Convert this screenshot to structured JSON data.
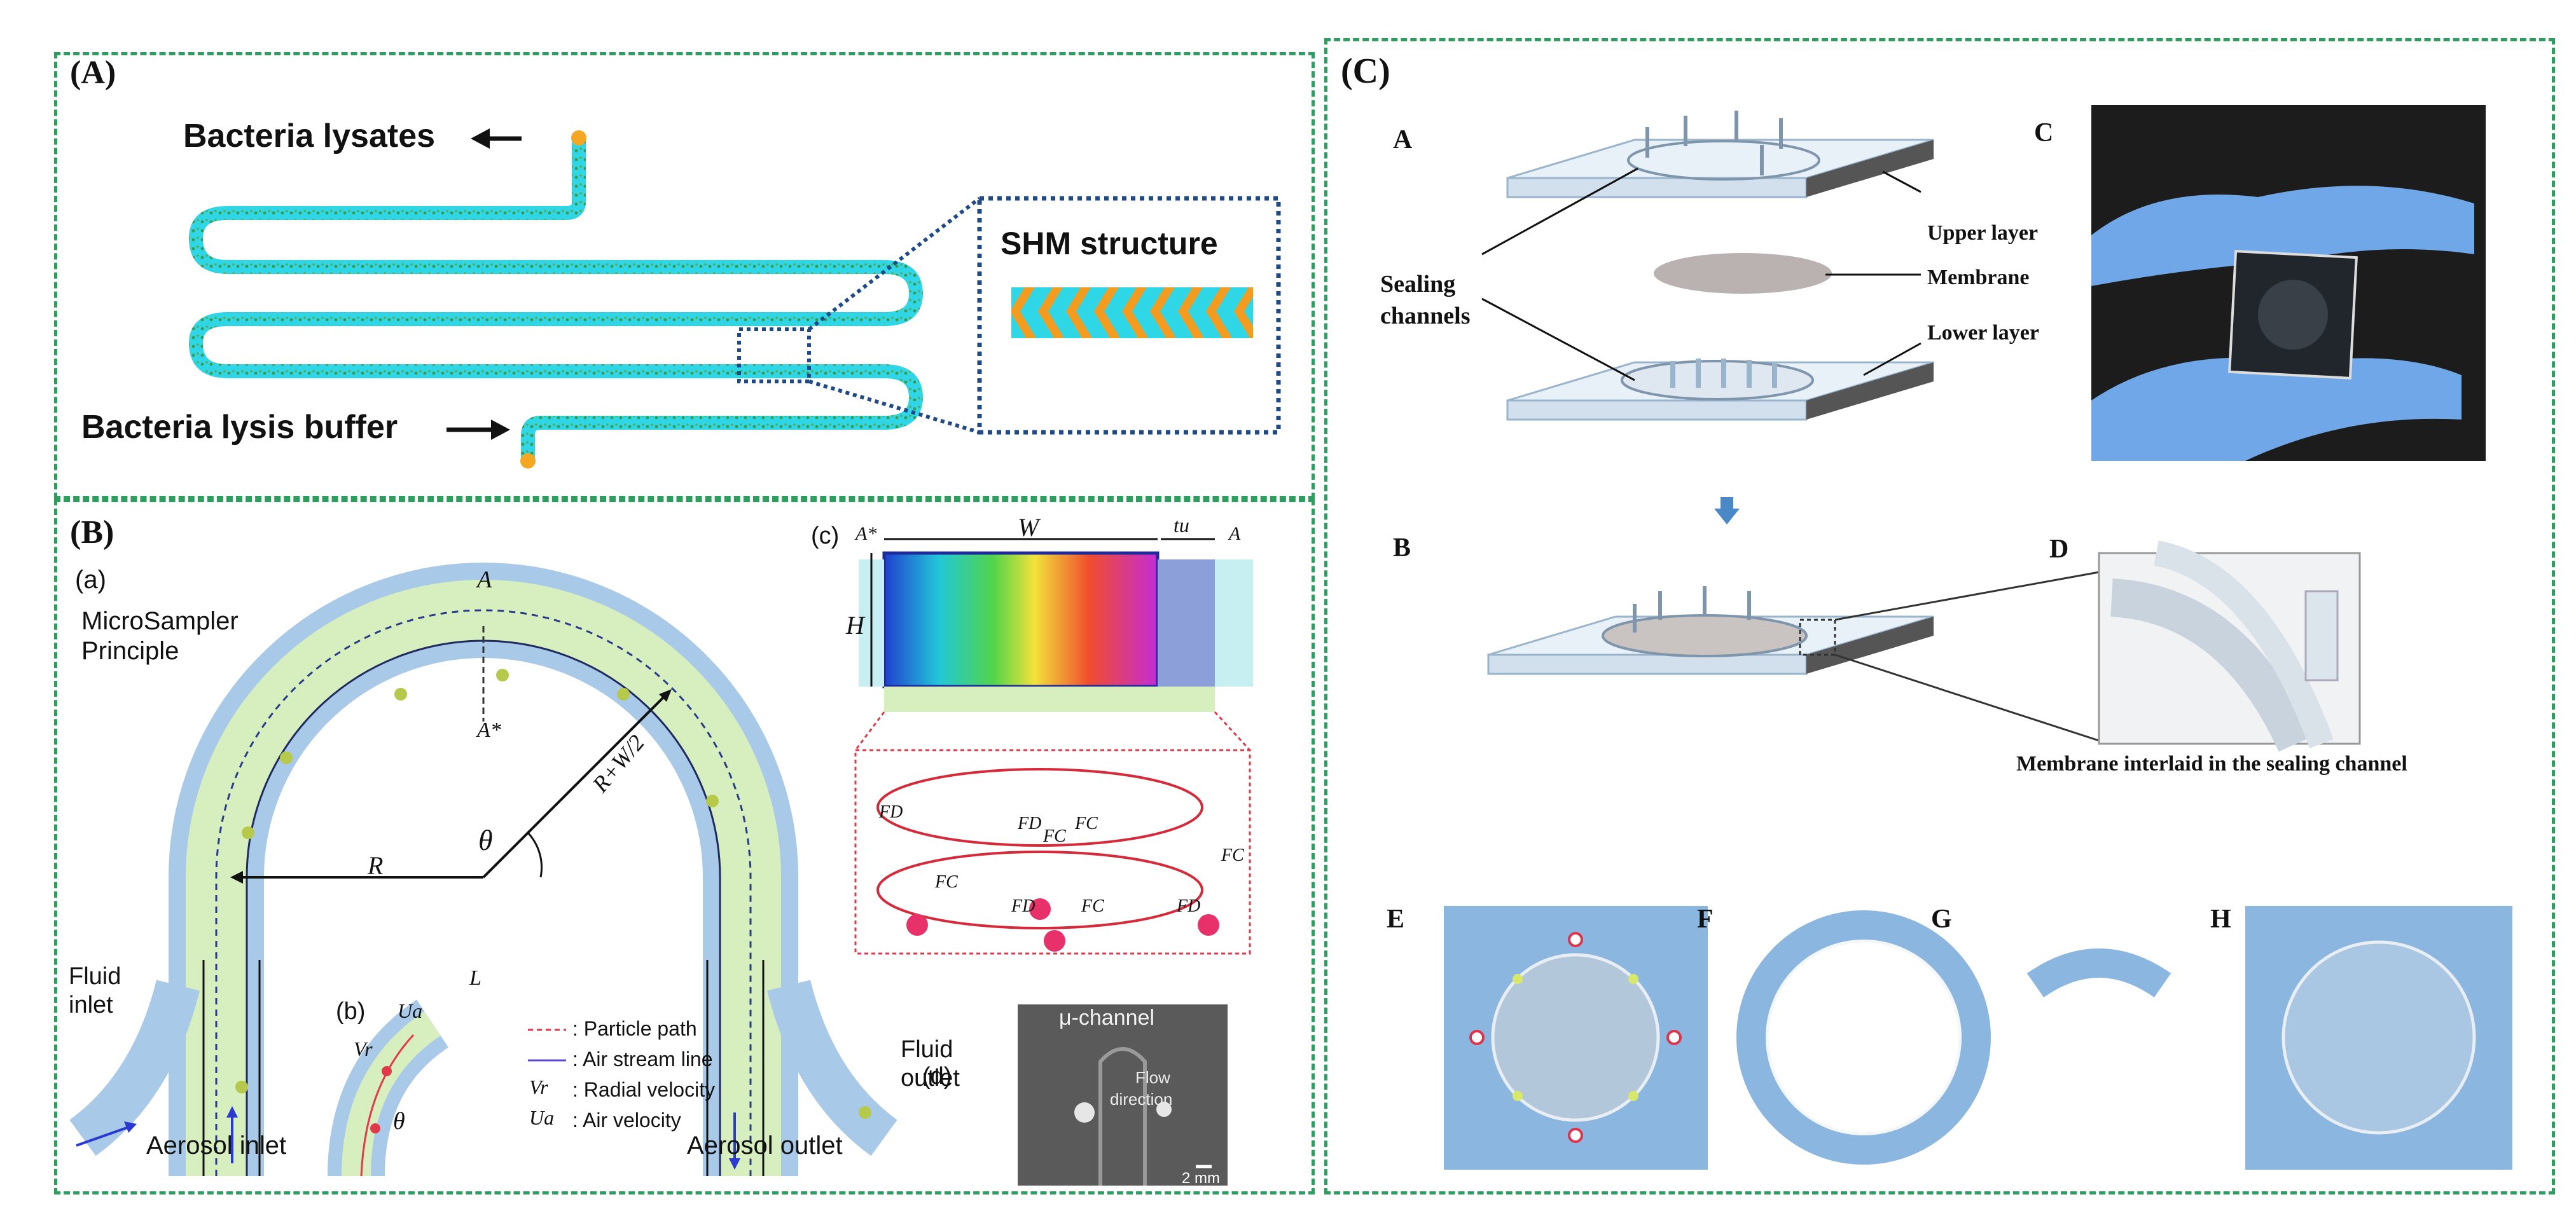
{
  "panelA": {
    "label": "(A)",
    "bacteria_lysates": "Bacteria lysates",
    "bacteria_lysis_buffer": "Bacteria lysis buffer",
    "shm_structure": "SHM structure"
  },
  "panelB": {
    "label": "(B)",
    "sub_a": "(a)",
    "sub_b": "(b)",
    "sub_c": "(c)",
    "sub_d": "(d)",
    "principle_line1": "MicroSampler",
    "principle_line2": "Principle",
    "A_mark": "A",
    "A_star": "A*",
    "radius_R": "R",
    "radius_expr": "R+W/2",
    "theta": "θ",
    "fluid_inlet_1": "Fluid",
    "fluid_inlet_2": "inlet",
    "fluid_outlet_1": "Fluid",
    "fluid_outlet_2": "outlet",
    "aerosol_inlet": "Aerosol inlet",
    "aerosol_outlet": "Aerosol outlet",
    "legend": [
      {
        "symbol": "",
        "text": ": Particle path"
      },
      {
        "symbol": "",
        "text": ": Air stream line"
      },
      {
        "symbol": "Vr",
        "text": ": Radial velocity"
      },
      {
        "symbol": "Ua",
        "text": ": Air velocity"
      }
    ],
    "b_L": "L",
    "b_Ua": "Ua",
    "b_Vr": "Vr",
    "b_theta": "θ",
    "c_W": "W",
    "c_H": "H",
    "c_tu": "tu",
    "c_A": "A",
    "c_Astar": "A*",
    "forces": [
      "FD",
      "FC",
      "FC",
      "FD",
      "FC",
      "FD",
      "FC",
      "FD",
      "FC"
    ],
    "mu_channel": "μ-channel",
    "flow_1": "Flow",
    "flow_2": "direction",
    "scale": "2 mm"
  },
  "panelC": {
    "label": "(C)",
    "A": "A",
    "B": "B",
    "C": "C",
    "D": "D",
    "E": "E",
    "F": "F",
    "G": "G",
    "H": "H",
    "upper_layer": "Upper layer",
    "membrane": "Membrane",
    "lower_layer": "Lower layer",
    "sealing_1": "Sealing",
    "sealing_2": "channels",
    "caption_D": "Membrane interlaid in the sealing channel"
  },
  "colors": {
    "border": "#2e9e5e",
    "channel": "#2fd6e6",
    "channel_dots": "#3a9a4a",
    "port": "#f5a623",
    "shm_orange": "#f39c1f",
    "shm_cyan": "#2fd6e6",
    "dotted_box": "#1f4a8a",
    "arch_outer": "#a9c9e8",
    "arch_inner": "#d7eebf",
    "blue_plate": "#8ab6e0",
    "glove": "#6fa7e8"
  }
}
